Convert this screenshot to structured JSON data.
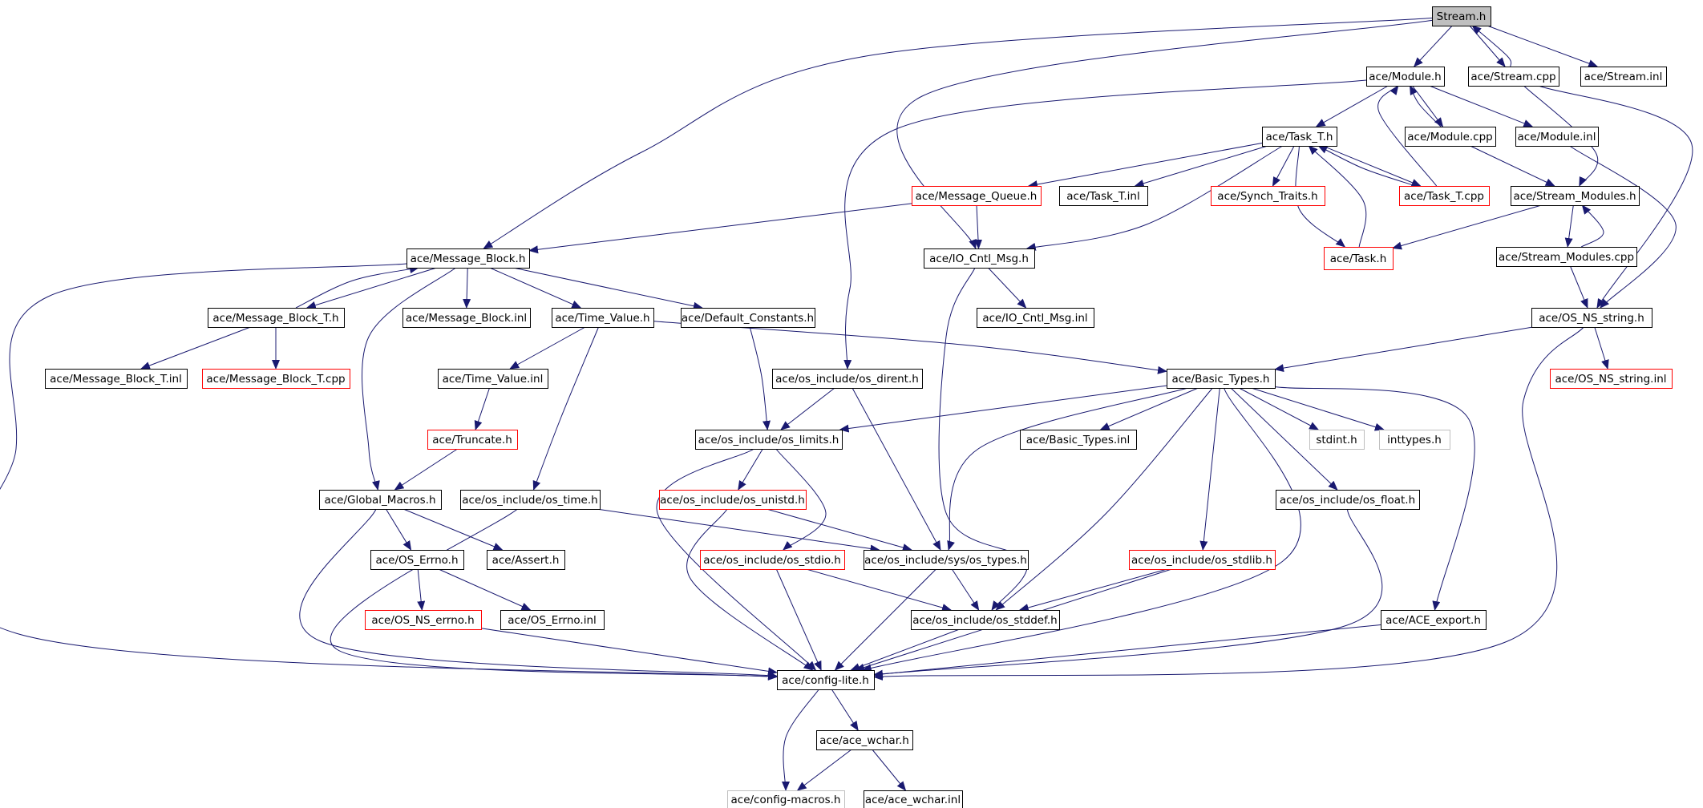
{
  "colors": {
    "edge": "#191970",
    "text": "#000000",
    "border_normal": "#000000",
    "border_missing": "#ff0000",
    "border_external": "#bfbfbf",
    "fill_root": "#bfbfbf",
    "fill_default": "#ffffff"
  },
  "nodes": [
    {
      "id": "stream_h",
      "label": "Stream.h",
      "kind": "root"
    },
    {
      "id": "module_h",
      "label": "ace/Module.h",
      "kind": "normal"
    },
    {
      "id": "stream_cpp",
      "label": "ace/Stream.cpp",
      "kind": "normal"
    },
    {
      "id": "stream_inl",
      "label": "ace/Stream.inl",
      "kind": "normal"
    },
    {
      "id": "task_t_h",
      "label": "ace/Task_T.h",
      "kind": "normal"
    },
    {
      "id": "module_cpp",
      "label": "ace/Module.cpp",
      "kind": "normal"
    },
    {
      "id": "module_inl",
      "label": "ace/Module.inl",
      "kind": "normal"
    },
    {
      "id": "message_queue_h",
      "label": "ace/Message_Queue.h",
      "kind": "missing"
    },
    {
      "id": "task_t_inl",
      "label": "ace/Task_T.inl",
      "kind": "normal"
    },
    {
      "id": "synch_traits_h",
      "label": "ace/Synch_Traits.h",
      "kind": "missing"
    },
    {
      "id": "task_t_cpp",
      "label": "ace/Task_T.cpp",
      "kind": "missing"
    },
    {
      "id": "stream_modules_h",
      "label": "ace/Stream_Modules.h",
      "kind": "normal"
    },
    {
      "id": "message_block_h",
      "label": "ace/Message_Block.h",
      "kind": "normal"
    },
    {
      "id": "io_cntl_msg_h",
      "label": "ace/IO_Cntl_Msg.h",
      "kind": "normal"
    },
    {
      "id": "task_h",
      "label": "ace/Task.h",
      "kind": "missing"
    },
    {
      "id": "stream_modules_cpp",
      "label": "ace/Stream_Modules.cpp",
      "kind": "normal"
    },
    {
      "id": "message_block_t_h",
      "label": "ace/Message_Block_T.h",
      "kind": "normal"
    },
    {
      "id": "message_block_inl",
      "label": "ace/Message_Block.inl",
      "kind": "normal"
    },
    {
      "id": "time_value_h",
      "label": "ace/Time_Value.h",
      "kind": "normal"
    },
    {
      "id": "default_constants_h",
      "label": "ace/Default_Constants.h",
      "kind": "normal"
    },
    {
      "id": "io_cntl_msg_inl",
      "label": "ace/IO_Cntl_Msg.inl",
      "kind": "normal"
    },
    {
      "id": "os_ns_string_h",
      "label": "ace/OS_NS_string.h",
      "kind": "normal"
    },
    {
      "id": "message_block_t_inl",
      "label": "ace/Message_Block_T.inl",
      "kind": "normal"
    },
    {
      "id": "message_block_t_cpp",
      "label": "ace/Message_Block_T.cpp",
      "kind": "missing"
    },
    {
      "id": "time_value_inl",
      "label": "ace/Time_Value.inl",
      "kind": "normal"
    },
    {
      "id": "os_dirent_h",
      "label": "ace/os_include/os_dirent.h",
      "kind": "normal"
    },
    {
      "id": "basic_types_h",
      "label": "ace/Basic_Types.h",
      "kind": "normal"
    },
    {
      "id": "os_ns_string_inl",
      "label": "ace/OS_NS_string.inl",
      "kind": "missing"
    },
    {
      "id": "truncate_h",
      "label": "ace/Truncate.h",
      "kind": "missing"
    },
    {
      "id": "os_limits_h",
      "label": "ace/os_include/os_limits.h",
      "kind": "normal"
    },
    {
      "id": "basic_types_inl",
      "label": "ace/Basic_Types.inl",
      "kind": "normal"
    },
    {
      "id": "stdint_h",
      "label": "stdint.h",
      "kind": "external"
    },
    {
      "id": "inttypes_h",
      "label": "inttypes.h",
      "kind": "external"
    },
    {
      "id": "global_macros_h",
      "label": "ace/Global_Macros.h",
      "kind": "normal"
    },
    {
      "id": "os_time_h",
      "label": "ace/os_include/os_time.h",
      "kind": "normal"
    },
    {
      "id": "os_unistd_h",
      "label": "ace/os_include/os_unistd.h",
      "kind": "missing"
    },
    {
      "id": "os_float_h",
      "label": "ace/os_include/os_float.h",
      "kind": "normal"
    },
    {
      "id": "os_errno_h",
      "label": "ace/OS_Errno.h",
      "kind": "normal"
    },
    {
      "id": "assert_h",
      "label": "ace/Assert.h",
      "kind": "normal"
    },
    {
      "id": "os_stdio_h",
      "label": "ace/os_include/os_stdio.h",
      "kind": "missing"
    },
    {
      "id": "sys_os_types_h",
      "label": "ace/os_include/sys/os_types.h",
      "kind": "normal"
    },
    {
      "id": "os_stdlib_h",
      "label": "ace/os_include/os_stdlib.h",
      "kind": "missing"
    },
    {
      "id": "os_ns_errno_h",
      "label": "ace/OS_NS_errno.h",
      "kind": "missing"
    },
    {
      "id": "os_errno_inl",
      "label": "ace/OS_Errno.inl",
      "kind": "normal"
    },
    {
      "id": "os_stddef_h",
      "label": "ace/os_include/os_stddef.h",
      "kind": "normal"
    },
    {
      "id": "ace_export_h",
      "label": "ace/ACE_export.h",
      "kind": "normal"
    },
    {
      "id": "config_lite_h",
      "label": "ace/config-lite.h",
      "kind": "normal"
    },
    {
      "id": "ace_wchar_h",
      "label": "ace/ace_wchar.h",
      "kind": "normal"
    },
    {
      "id": "config_macros_h",
      "label": "ace/config-macros.h",
      "kind": "external"
    },
    {
      "id": "ace_wchar_inl",
      "label": "ace/ace_wchar.inl",
      "kind": "normal"
    }
  ]
}
